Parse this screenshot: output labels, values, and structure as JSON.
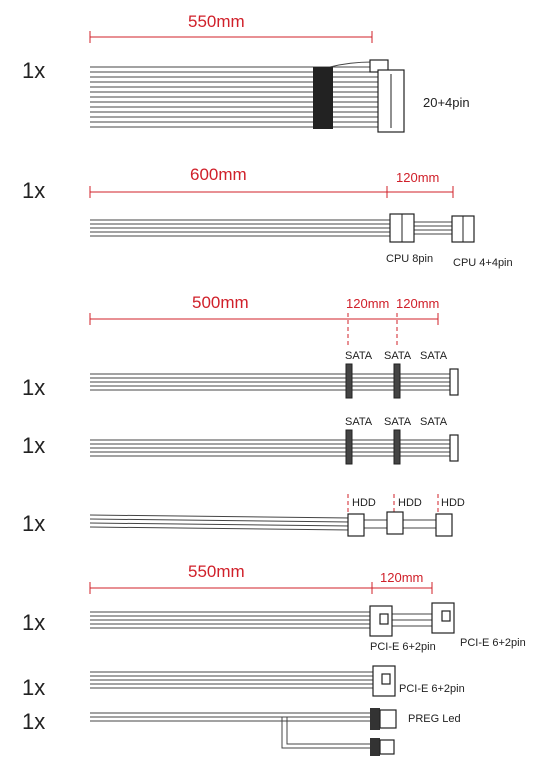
{
  "cables": [
    {
      "qty": "1x",
      "length": "550mm",
      "connector": "20+4pin"
    },
    {
      "qty": "1x",
      "length": "600mm",
      "ext": "120mm",
      "labels": [
        "CPU 8pin",
        "CPU 4+4pin"
      ]
    },
    {
      "length": "500mm",
      "ext": [
        "120mm",
        "120mm"
      ]
    },
    {
      "qty": "1x",
      "labels": [
        "SATA",
        "SATA",
        "SATA"
      ]
    },
    {
      "qty": "1x",
      "labels": [
        "SATA",
        "SATA",
        "SATA"
      ]
    },
    {
      "qty": "1x",
      "labels": [
        "HDD",
        "HDD",
        "HDD"
      ]
    },
    {
      "qty": "1x",
      "length": "550mm",
      "ext": "120mm",
      "labels": [
        "PCI-E 6+2pin",
        "PCI-E 6+2pin"
      ]
    },
    {
      "qty": "1x",
      "labels": [
        "PCI-E 6+2pin"
      ]
    },
    {
      "qty": "1x",
      "labels": [
        "PREG Led"
      ]
    }
  ]
}
